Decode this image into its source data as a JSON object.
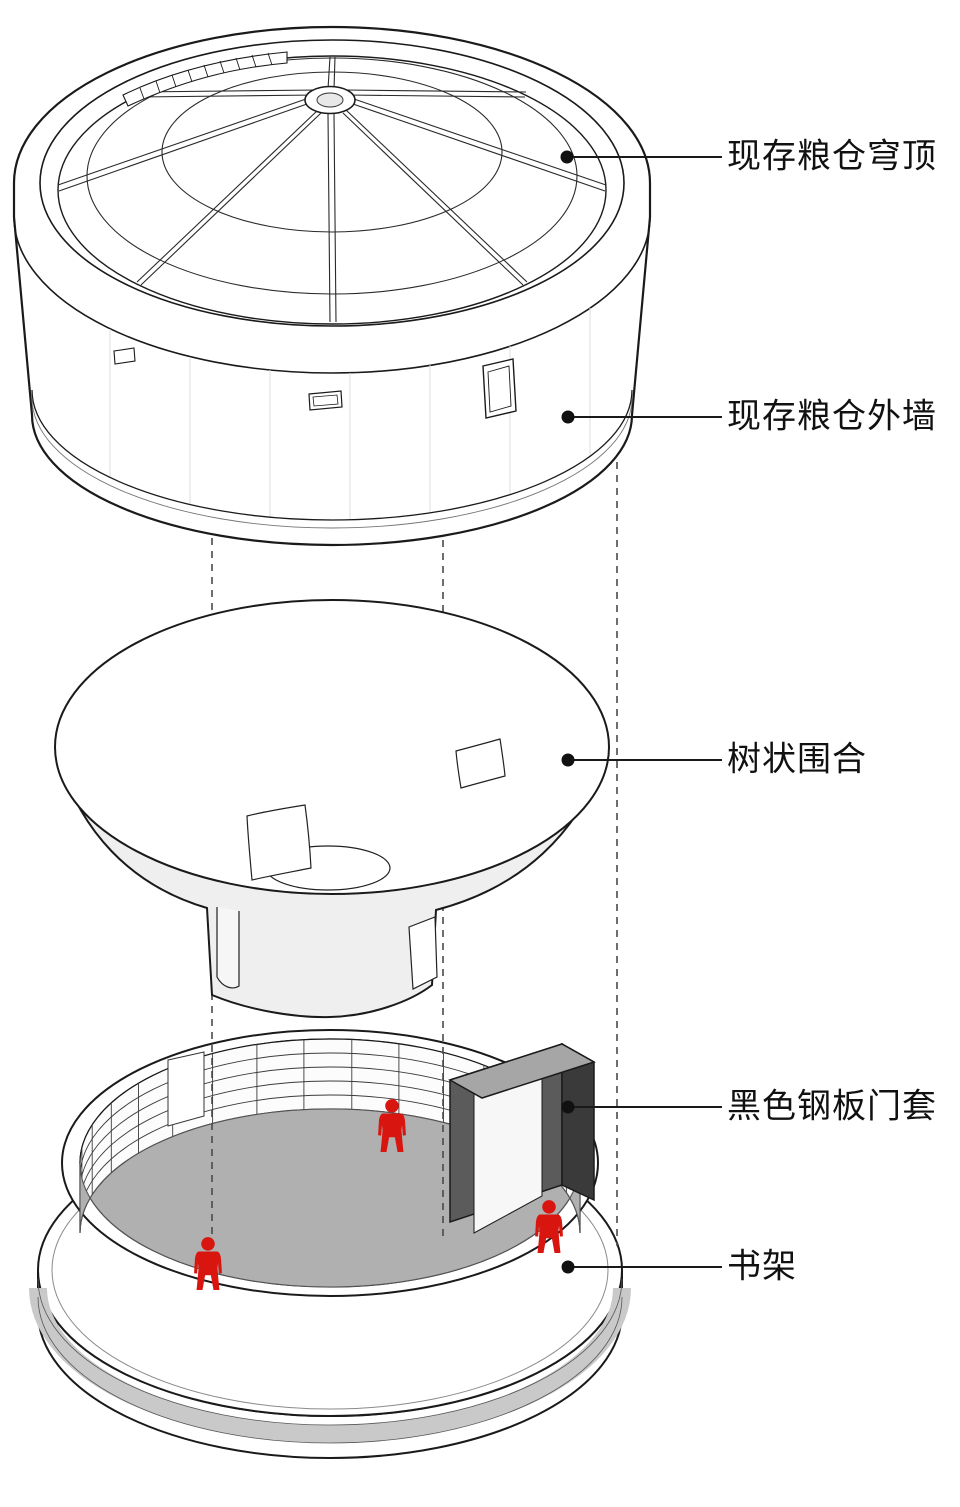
{
  "colors": {
    "line": "#1a1a1a",
    "accent_red": "#d8150f",
    "floor_gray": "#b0b0b0",
    "door_dark": "#3a3a3a",
    "door_mid": "#5b5b5b",
    "door_light": "#a6a6a6",
    "base_band_gray": "#c9c9c9",
    "shade": "#efefef"
  },
  "labels": [
    {
      "id": "dome",
      "text": "现存粮仓穹顶"
    },
    {
      "id": "wall",
      "text": "现存粮仓外墙"
    },
    {
      "id": "tree",
      "text": "树状围合"
    },
    {
      "id": "door",
      "text": "黑色钢板门套"
    },
    {
      "id": "shelf",
      "text": "书架"
    }
  ]
}
